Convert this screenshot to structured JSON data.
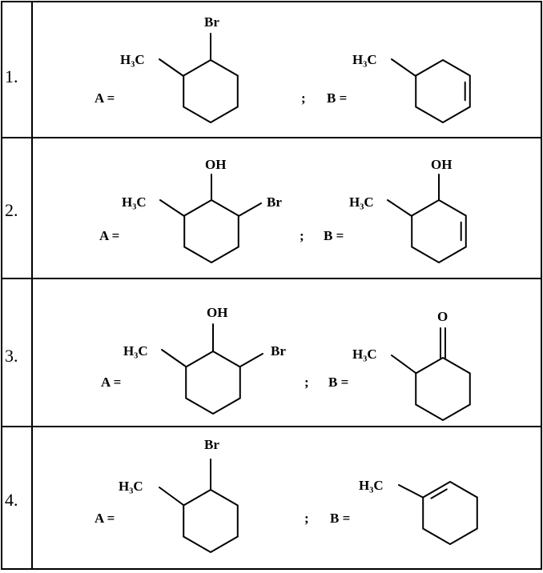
{
  "rows": [
    {
      "number": "1.",
      "a_label": "A =",
      "sep": ";",
      "b_label": "B =",
      "a_groups": {
        "top": "Br",
        "left": "H₃C"
      },
      "b_groups": {
        "left": "H₃C"
      }
    },
    {
      "number": "2.",
      "a_label": "A =",
      "sep": ";",
      "b_label": "B =",
      "a_groups": {
        "top": "OH",
        "left": "H₃C",
        "right": "Br"
      },
      "b_groups": {
        "top": "OH",
        "left": "H₃C"
      }
    },
    {
      "number": "3.",
      "a_label": "A =",
      "sep": ";",
      "b_label": "B =",
      "a_groups": {
        "top": "OH",
        "left": "H₃C",
        "right": "Br"
      },
      "b_groups": {
        "top": "O",
        "left": "H₃C"
      }
    },
    {
      "number": "4.",
      "a_label": "A =",
      "sep": ";",
      "b_label": "B =",
      "a_groups": {
        "top": "Br",
        "left": "H₃C"
      },
      "b_groups": {
        "left": "H₃C"
      }
    }
  ]
}
